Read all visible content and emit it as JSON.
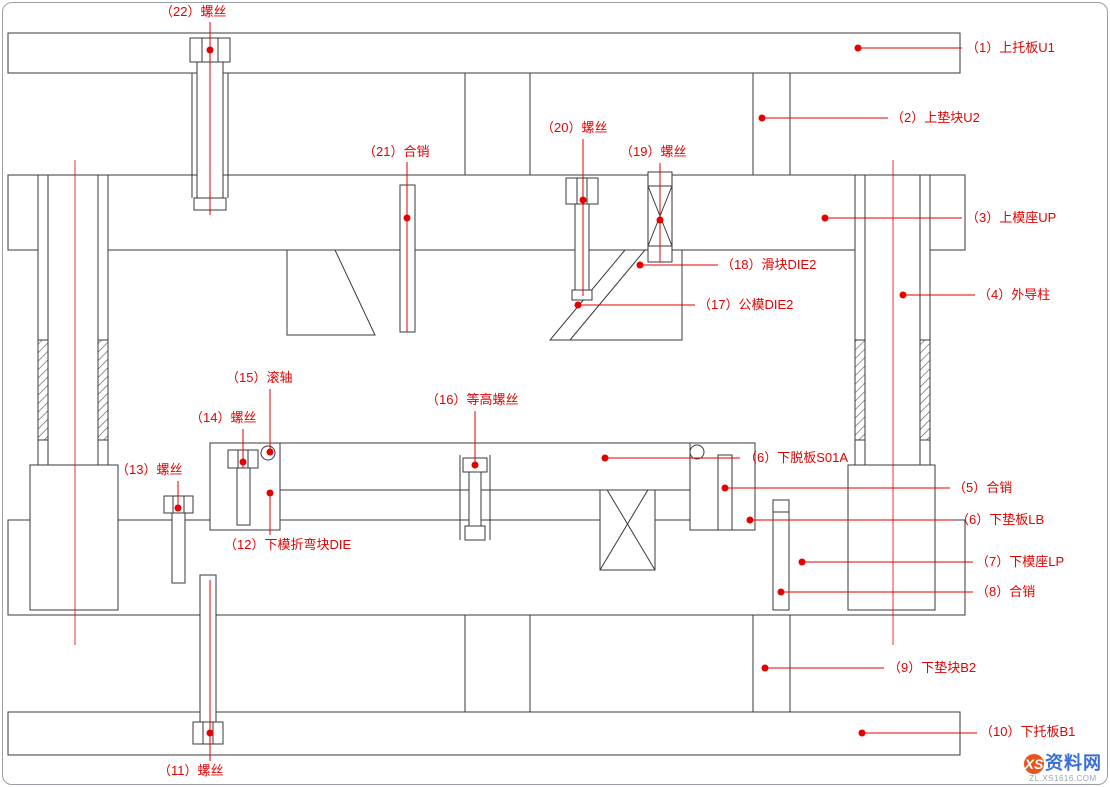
{
  "colors": {
    "leader": "#e60000",
    "line": "#3a3a3a",
    "frame": "#9aa0a6"
  },
  "labels": [
    {
      "id": "22",
      "text": "（22）螺丝"
    },
    {
      "id": "1",
      "text": "（1）上托板U1"
    },
    {
      "id": "2",
      "text": "（2）上垫块U2"
    },
    {
      "id": "21",
      "text": "（21）合销"
    },
    {
      "id": "20",
      "text": "（20）螺丝"
    },
    {
      "id": "19",
      "text": "（19）螺丝"
    },
    {
      "id": "3",
      "text": "（3）上模座UP"
    },
    {
      "id": "18",
      "text": "（18）滑块DIE2"
    },
    {
      "id": "17",
      "text": "（17）公模DIE2"
    },
    {
      "id": "4",
      "text": "（4）外导柱"
    },
    {
      "id": "15",
      "text": "（15）滚轴"
    },
    {
      "id": "16",
      "text": "（16）等高螺丝"
    },
    {
      "id": "14",
      "text": "（14）螺丝"
    },
    {
      "id": "6a",
      "text": "（6）下脱板S01A"
    },
    {
      "id": "13",
      "text": "（13）螺丝"
    },
    {
      "id": "5",
      "text": "（5）合销"
    },
    {
      "id": "6b",
      "text": "（6）下垫板LB"
    },
    {
      "id": "12",
      "text": "（12）下模折弯块DIE"
    },
    {
      "id": "7",
      "text": "（7）下模座LP"
    },
    {
      "id": "8",
      "text": "（8）合销"
    },
    {
      "id": "9",
      "text": "（9）下垫块B2"
    },
    {
      "id": "10",
      "text": "（10）下托板B1"
    },
    {
      "id": "11",
      "text": "（11）螺丝"
    }
  ],
  "watermark": {
    "logo": "XS",
    "brand": "资料网",
    "subtext": "ZL.XS1616.COM"
  }
}
